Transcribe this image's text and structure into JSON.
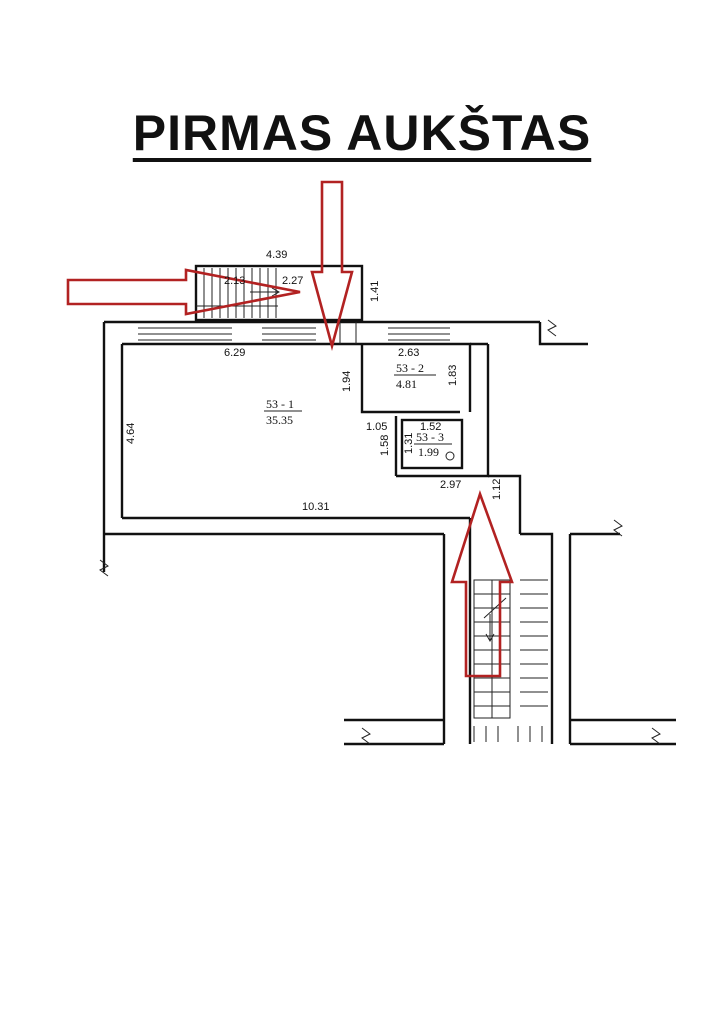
{
  "title": "PIRMAS AUKŠTAS",
  "dimensions": {
    "top_width": "4.39",
    "stair_a": "2.13",
    "stair_b": "2.27",
    "stair_depth": "1.41",
    "room1_width": "6.29",
    "room1_depth": "4.64",
    "room1_bottom": "10.31",
    "room1_side": "1.94",
    "room2_width": "2.63",
    "room2_depth": "1.83",
    "room3_width": "1.52",
    "room3_depth": "1.31",
    "notch_width": "1.05",
    "notch_depth": "1.58",
    "corridor_width": "2.97",
    "corridor_depth": "1.12"
  },
  "rooms": [
    {
      "id": "53 - 1",
      "area": "35.35"
    },
    {
      "id": "53 - 2",
      "area": "4.81"
    },
    {
      "id": "53 - 3",
      "area": "1.99"
    }
  ],
  "colors": {
    "arrow": "#b22222",
    "wall": "#111111"
  }
}
